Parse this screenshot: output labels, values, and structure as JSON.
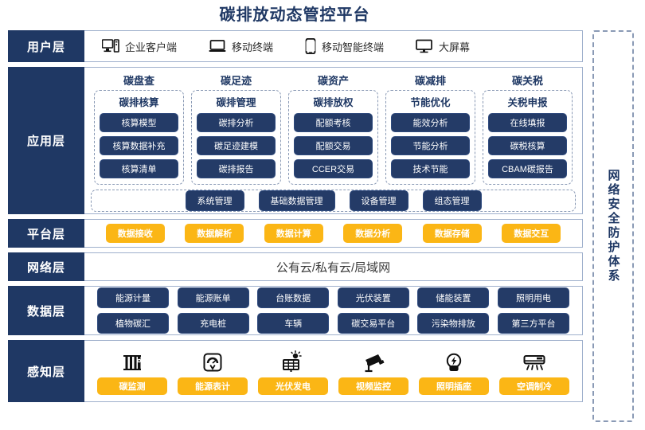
{
  "title": "碳排放动态管控平台",
  "security_column": {
    "label": "网络安全防护体系"
  },
  "layers": {
    "user": {
      "label": "用户层",
      "items": [
        {
          "icon": "desktop-tower-icon",
          "label": "企业客户端"
        },
        {
          "icon": "laptop-icon",
          "label": "移动终端"
        },
        {
          "icon": "smartphone-icon",
          "label": "移动智能终端"
        },
        {
          "icon": "monitor-icon",
          "label": "大屏幕"
        }
      ]
    },
    "application": {
      "label": "应用层",
      "groups": [
        {
          "title": "碳盘查",
          "subtitle": "碳排核算",
          "items": [
            "核算模型",
            "核算数据补充",
            "核算清单"
          ]
        },
        {
          "title": "碳足迹",
          "subtitle": "碳排管理",
          "items": [
            "碳排分析",
            "碳足迹建模",
            "碳排报告"
          ]
        },
        {
          "title": "碳资产",
          "subtitle": "碳排放权",
          "items": [
            "配额考核",
            "配额交易",
            "CCER交易"
          ]
        },
        {
          "title": "碳减排",
          "subtitle": "节能优化",
          "items": [
            "能效分析",
            "节能分析",
            "技术节能"
          ]
        },
        {
          "title": "碳关税",
          "subtitle": "关税申报",
          "items": [
            "在线填报",
            "碳税核算",
            "CBAM碳报告"
          ]
        }
      ],
      "management": [
        "系统管理",
        "基础数据管理",
        "设备管理",
        "组态管理"
      ]
    },
    "platform": {
      "label": "平台层",
      "items": [
        "数据接收",
        "数据解析",
        "数据计算",
        "数据分析",
        "数据存储",
        "数据交互"
      ]
    },
    "network": {
      "label": "网络层",
      "text": "公有云/私有云/局域网"
    },
    "data": {
      "label": "数据层",
      "row1": [
        "能源计量",
        "能源账单",
        "台账数据",
        "光伏装置",
        "储能装置",
        "照明用电"
      ],
      "row2": [
        "植物碳汇",
        "充电桩",
        "车辆",
        "碳交易平台",
        "污染物排放",
        "第三方平台"
      ]
    },
    "sense": {
      "label": "感知层",
      "items": [
        {
          "icon": "carbon-sensor-icon",
          "label": "碳监测"
        },
        {
          "icon": "energy-meter-icon",
          "label": "能源表计"
        },
        {
          "icon": "solar-panel-icon",
          "label": "光伏发电"
        },
        {
          "icon": "cctv-camera-icon",
          "label": "视频监控"
        },
        {
          "icon": "lightbulb-icon",
          "label": "照明插座"
        },
        {
          "icon": "air-conditioner-icon",
          "label": "空调制冷"
        }
      ]
    }
  },
  "colors": {
    "navy": "#1f3864",
    "pill_navy": "#243b67",
    "accent_yellow": "#fbb615",
    "border": "#9fb0cc",
    "dashed": "#8a9ab5"
  }
}
